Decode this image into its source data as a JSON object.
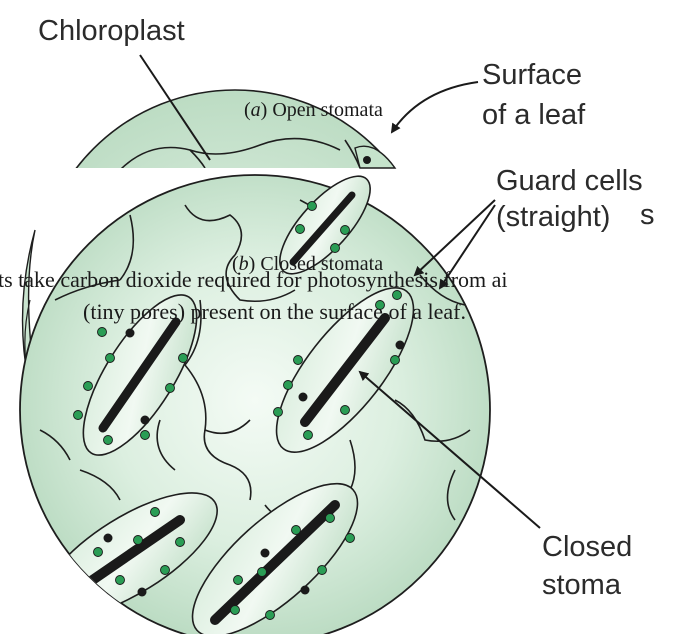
{
  "labels": {
    "chloroplast": "Chloroplast",
    "surface_line1": "Surface",
    "surface_line2": "of a leaf",
    "guard_line1": "Guard cells",
    "guard_line2": "(straight)",
    "stray_s": "s",
    "closed_line1": "Closed",
    "closed_line2": "stoma"
  },
  "captions": {
    "open_letter": "a",
    "open_text": "Open stomata",
    "closed_letter": "b",
    "closed_text": "Closed stomata"
  },
  "body_text": {
    "line1": "ts take carbon dioxide required for photosynthesis from ai",
    "line2": "(tiny pores) present on the surface of a leaf."
  },
  "colors": {
    "leaf_fill": "#cfe7d4",
    "leaf_light": "#f2faf3",
    "guard_fill": "#c5e3cb",
    "chloroplast": "#2a9d55",
    "outline": "#1e1e1e"
  }
}
